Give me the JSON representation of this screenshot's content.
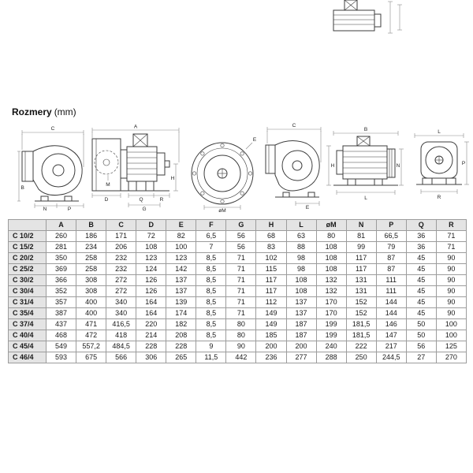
{
  "page": {
    "title": "Rozmery",
    "unit": "(mm)"
  },
  "figures": {
    "fig1": {
      "top": "C",
      "left": "B",
      "bottom_a": "N",
      "bottom_b": "P"
    },
    "fig2": {
      "top": "A",
      "inlet": "M",
      "right": "H",
      "bottom_a": "D",
      "bottom_b": "Q",
      "bottom_c": "R",
      "bottom_d": "G"
    },
    "fig3": {
      "corner": "E",
      "bottom": "øM"
    },
    "fig4": {
      "top": "C",
      "bottom": "E"
    },
    "fig5": {
      "top": "B",
      "left": "H",
      "right": "N",
      "bottom": "L"
    },
    "fig6": {
      "top": "L",
      "right": "P",
      "bottom": "R"
    }
  },
  "table": {
    "headers": [
      "",
      "A",
      "B",
      "C",
      "D",
      "E",
      "F",
      "G",
      "H",
      "L",
      "øM",
      "N",
      "P",
      "Q",
      "R"
    ],
    "rows": [
      {
        "model": "C 10/2",
        "values": [
          "260",
          "186",
          "171",
          "72",
          "82",
          "6,5",
          "56",
          "68",
          "63",
          "80",
          "81",
          "66,5",
          "36",
          "71"
        ]
      },
      {
        "model": "C 15/2",
        "values": [
          "281",
          "234",
          "206",
          "108",
          "100",
          "7",
          "56",
          "83",
          "88",
          "108",
          "99",
          "79",
          "36",
          "71"
        ]
      },
      {
        "model": "C 20/2",
        "values": [
          "350",
          "258",
          "232",
          "123",
          "123",
          "8,5",
          "71",
          "102",
          "98",
          "108",
          "117",
          "87",
          "45",
          "90"
        ]
      },
      {
        "model": "C 25/2",
        "values": [
          "369",
          "258",
          "232",
          "124",
          "142",
          "8,5",
          "71",
          "115",
          "98",
          "108",
          "117",
          "87",
          "45",
          "90"
        ]
      },
      {
        "model": "C 30/2",
        "values": [
          "366",
          "308",
          "272",
          "126",
          "137",
          "8,5",
          "71",
          "117",
          "108",
          "132",
          "131",
          "111",
          "45",
          "90"
        ]
      },
      {
        "model": "C 30/4",
        "values": [
          "352",
          "308",
          "272",
          "126",
          "137",
          "8,5",
          "71",
          "117",
          "108",
          "132",
          "131",
          "111",
          "45",
          "90"
        ]
      },
      {
        "model": "C 31/4",
        "values": [
          "357",
          "400",
          "340",
          "164",
          "139",
          "8,5",
          "71",
          "112",
          "137",
          "170",
          "152",
          "144",
          "45",
          "90"
        ]
      },
      {
        "model": "C 35/4",
        "values": [
          "387",
          "400",
          "340",
          "164",
          "174",
          "8,5",
          "71",
          "149",
          "137",
          "170",
          "152",
          "144",
          "45",
          "90"
        ]
      },
      {
        "model": "C 37/4",
        "values": [
          "437",
          "471",
          "416,5",
          "220",
          "182",
          "8,5",
          "80",
          "149",
          "187",
          "199",
          "181,5",
          "146",
          "50",
          "100"
        ]
      },
      {
        "model": "C 40/4",
        "values": [
          "468",
          "472",
          "418",
          "214",
          "208",
          "8,5",
          "80",
          "185",
          "187",
          "199",
          "181,5",
          "147",
          "50",
          "100"
        ]
      },
      {
        "model": "C 45/4",
        "values": [
          "549",
          "557,2",
          "484,5",
          "228",
          "228",
          "9",
          "90",
          "200",
          "200",
          "240",
          "222",
          "217",
          "56",
          "125"
        ]
      },
      {
        "model": "C 46/4",
        "values": [
          "593",
          "675",
          "566",
          "306",
          "265",
          "11,5",
          "442",
          "236",
          "277",
          "288",
          "250",
          "244,5",
          "27",
          "270"
        ]
      }
    ]
  }
}
